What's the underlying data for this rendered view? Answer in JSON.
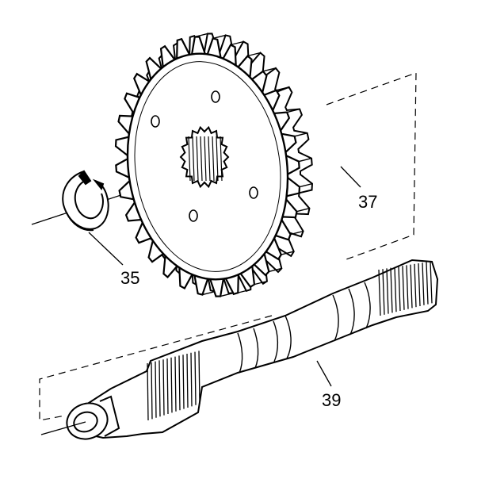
{
  "callouts": {
    "snap_ring": "35",
    "gear": "37",
    "shaft": "39"
  }
}
